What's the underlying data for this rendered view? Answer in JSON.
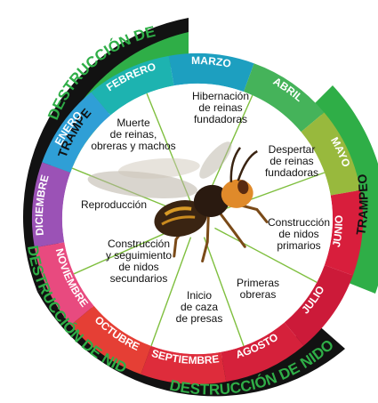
{
  "rings": {
    "destruction_top": "DESTRUCCIÓN DE NIDOS",
    "destruction_left": "DESTRUCCIÓN DE NIDOS",
    "destruction_bottom": "DESTRUCCIÓN DE NIDOS",
    "trap_top_left": "TRAMPEO",
    "trap_right": "TRAMPEO"
  },
  "months": [
    {
      "label": "ENERO",
      "color": "#2f9fd6"
    },
    {
      "label": "FEBRERO",
      "color": "#1db3b0"
    },
    {
      "label": "MARZO",
      "color": "#1d9fc0"
    },
    {
      "label": "ABRIL",
      "color": "#45b35a"
    },
    {
      "label": "MAYO",
      "color": "#98b93d"
    },
    {
      "label": "JUNIO",
      "color": "#d81e3c"
    },
    {
      "label": "JULIO",
      "color": "#cc1a39"
    },
    {
      "label": "AGOSTO",
      "color": "#d5213b"
    },
    {
      "label": "SEPTIEMBRE",
      "color": "#de2c3b"
    },
    {
      "label": "OCTUBRE",
      "color": "#e53f35"
    },
    {
      "label": "NOVIEMBRE",
      "color": "#e84a7f"
    },
    {
      "label": "DICIEMBRE",
      "color": "#9b52b6"
    }
  ],
  "stages": {
    "hibernacion": [
      "Hibernación",
      "de reinas",
      "fundadoras"
    ],
    "despertar": [
      "Despertar",
      "de reinas",
      "fundadoras"
    ],
    "construccion_primarios": [
      "Construcción",
      "de nidos",
      "primarios"
    ],
    "primeras_obreras": [
      "Primeras",
      "obreras"
    ],
    "caza": [
      "Inicio",
      "de caza",
      "de presas"
    ],
    "secundarios": [
      "Construcción",
      "y seguimiento",
      "de nidos",
      "secundarios"
    ],
    "reproduccion": [
      "Reproducción"
    ],
    "muerte": [
      "Muerte",
      "de reinas,",
      "obreras y machos"
    ]
  },
  "colors": {
    "destruction_band": "#121212",
    "trap_band": "#2fae47",
    "inner_fill": "#ffffff",
    "divider": "#7fbf3f"
  }
}
